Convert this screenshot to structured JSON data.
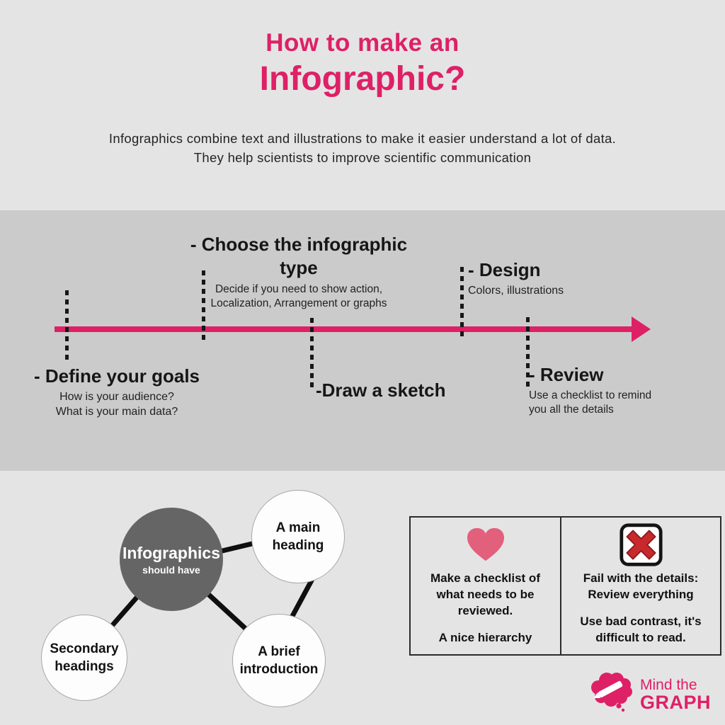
{
  "header": {
    "title_line1": "How to make an",
    "title_line2": "Infographic?",
    "subtitle": "Infographics combine text and illustrations to make it easier understand a lot of data.\nThey help scientists to improve scientific communication"
  },
  "timeline": {
    "milestones": [
      {
        "title": "- Define your goals",
        "desc": "How is your audience?\nWhat is your main data?",
        "label_position": "below"
      },
      {
        "title": "- Choose the infographic\ntype",
        "desc": "Decide if you need to show action,\nLocalization, Arrangement or graphs",
        "label_position": "above"
      },
      {
        "title": "-Draw a sketch",
        "desc": "",
        "label_position": "below"
      },
      {
        "title": "- Design",
        "desc": "Colors, illustrations",
        "label_position": "above"
      },
      {
        "title": "- Review",
        "desc": "Use a checklist to remind\nyou all the details",
        "label_position": "below"
      }
    ]
  },
  "mindmap": {
    "center": {
      "title": "Infographics",
      "subtitle": "should have"
    },
    "nodes": [
      {
        "label": "A main\nheading"
      },
      {
        "label": "Secondary\nheadings"
      },
      {
        "label": "A brief\nintroduction"
      }
    ]
  },
  "dos_donts": {
    "do": {
      "icon": "heart-icon",
      "text1": "Make a checklist of\nwhat needs to be\nreviewed.",
      "text2": "A nice hierarchy"
    },
    "dont": {
      "icon": "cross-icon",
      "text1": "Fail with the details:\nReview everything",
      "text2": "Use bad contrast, it's\ndifficult to read."
    }
  },
  "logo": {
    "line1": "Mind the",
    "line2": "GRAPH"
  },
  "colors": {
    "brand_pink": "#de2066",
    "heart_pink": "#e2607c",
    "cross_red": "#c8292c",
    "band_gray": "#cbcbcb",
    "background_gray": "#e5e4e4",
    "center_circle_gray": "#656565",
    "text_dark": "#1b1b1b"
  }
}
